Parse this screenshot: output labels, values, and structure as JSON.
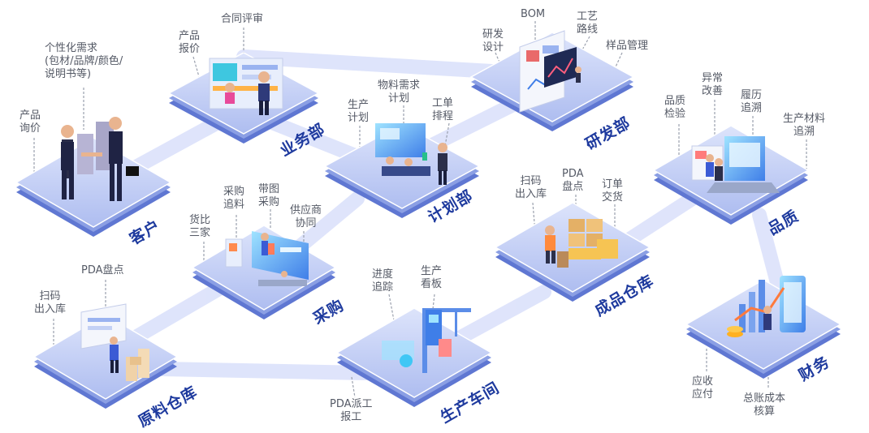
{
  "departments": {
    "customer": "客户",
    "sales": "业务部",
    "planning": "计划部",
    "rnd": "研发部",
    "quality": "品质",
    "purchase": "采购",
    "finished_wh": "成品仓库",
    "finance": "财务",
    "raw_wh": "原料仓库",
    "workshop": "生产车间"
  },
  "callouts": {
    "customer_inquiry": "产品\n询价",
    "customer_needs": "个性化需求\n(包材/品牌/颜色/\n说明书等)",
    "sales_quote": "产品\n报价",
    "sales_review": "合同评审",
    "plan_material": "物料需求\n计划",
    "plan_production": "生产\n计划",
    "plan_schedule": "工单\n排程",
    "rnd_bom": "BOM",
    "rnd_design": "研发\n设计",
    "rnd_route": "工艺\n路线",
    "rnd_sample": "样品管理",
    "q_inspect": "品质\n检验",
    "q_improve": "异常\n改善",
    "q_trace": "履历\n追溯",
    "q_material_trace": "生产材料\n追溯",
    "p_compare": "货比\n三家",
    "p_track": "采购\n追料",
    "p_drawing": "带图\n采购",
    "p_supplier": "供应商\n协同",
    "fw_scan": "扫码\n出入库",
    "fw_pda": "PDA\n盘点",
    "fw_delivery": "订单\n交货",
    "rw_pda": "PDA盘点",
    "rw_scan": "扫码\n出入库",
    "ws_progress": "进度\n追踪",
    "ws_board": "生产\n看板",
    "ws_pda": "PDA派工\n报工",
    "fin_ar": "应收\n应付",
    "fin_ledger": "总账成本\n核算"
  },
  "colors": {
    "platform_top": "#c9d3f5",
    "platform_mid": "#8fa3e6",
    "platform_base": "#6f86da",
    "connector": "#dde3fb",
    "label": "#1e3a9e",
    "callout_text": "#555a66",
    "leader_line": "#9aa0ad"
  }
}
